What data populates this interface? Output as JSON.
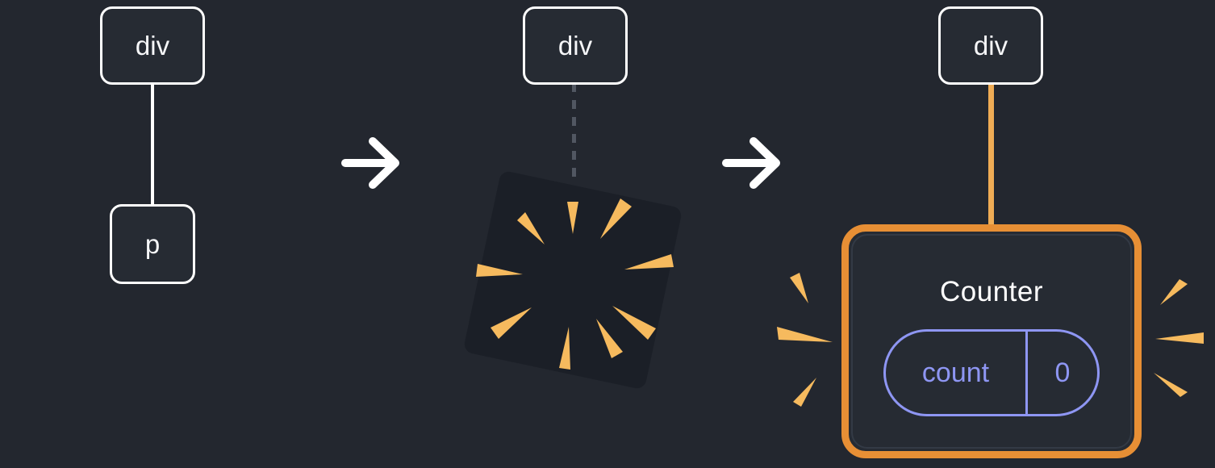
{
  "colors": {
    "background": "#23272f",
    "node_fill": "#262b33",
    "node_border": "#ffffff",
    "label_text": "#f6f7f9",
    "arrow": "#ffffff",
    "connector": "#ffffff",
    "dashed_connector": "#515762",
    "explosion_fill": "#1b1f27",
    "spark": "#f6ba5e",
    "orange_border": "#e78f35",
    "orange_connector": "#efac55",
    "state_accent": "#8e96f3",
    "counter_title": "#ffffff"
  },
  "step_before": {
    "parent_label": "div",
    "child_label": "p"
  },
  "step_destroy": {
    "parent_label": "div"
  },
  "step_after": {
    "parent_label": "div",
    "component": {
      "title": "Counter",
      "state_name": "count",
      "state_value": "0"
    }
  }
}
